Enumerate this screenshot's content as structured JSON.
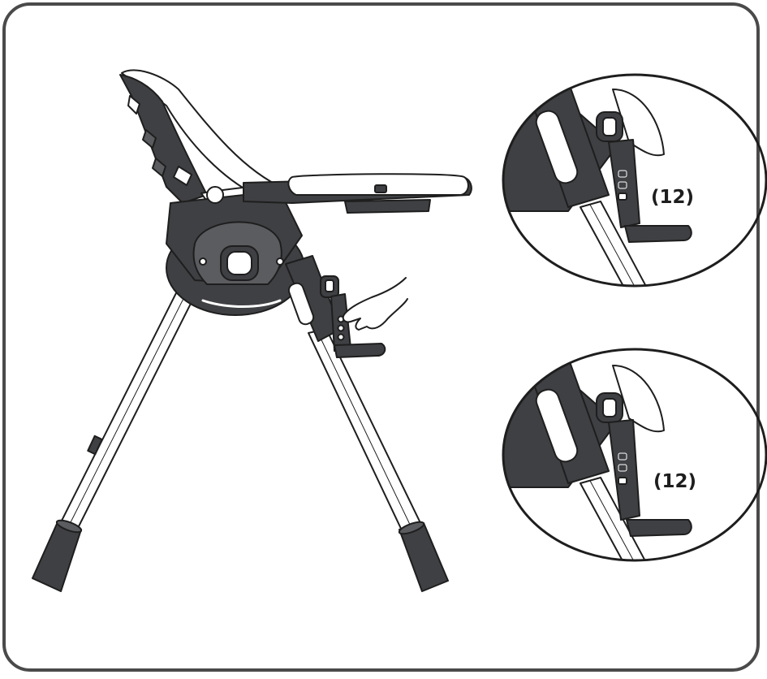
{
  "colors": {
    "outline": "#1e1e1e",
    "dark_plastic": "#3f4043",
    "mid_plastic": "#5b5c60",
    "frame_border": "#4a4a4a",
    "white": "#ffffff"
  },
  "details": [
    {
      "label": "(12)",
      "position_setting": "upper"
    },
    {
      "label": "(12)",
      "position_setting": "lower"
    }
  ]
}
